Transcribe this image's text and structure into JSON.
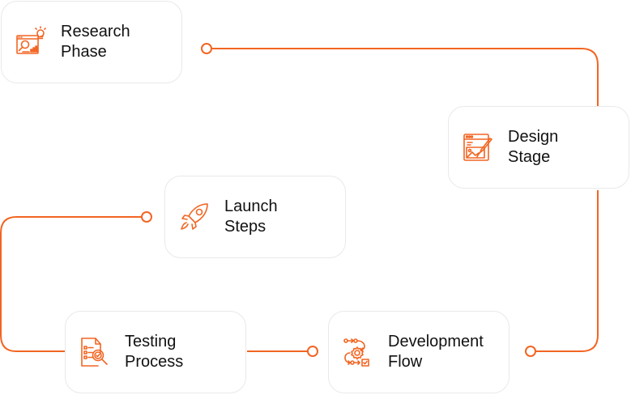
{
  "colors": {
    "accent": "#f26522",
    "card_border": "#e9e9e9",
    "text": "#111111",
    "background": "#ffffff"
  },
  "steps": [
    {
      "id": "research",
      "line1": "Research",
      "line2": "Phase",
      "icon": "research-analytics-icon"
    },
    {
      "id": "design",
      "line1": "Design",
      "line2": "Stage",
      "icon": "design-browser-brush-icon"
    },
    {
      "id": "development",
      "line1": "Development",
      "line2": "Flow",
      "icon": "development-workflow-icon"
    },
    {
      "id": "testing",
      "line1": "Testing",
      "line2": "Process",
      "icon": "testing-checklist-magnifier-icon"
    },
    {
      "id": "launch",
      "line1": "Launch",
      "line2": "Steps",
      "icon": "launch-rocket-icon"
    }
  ]
}
